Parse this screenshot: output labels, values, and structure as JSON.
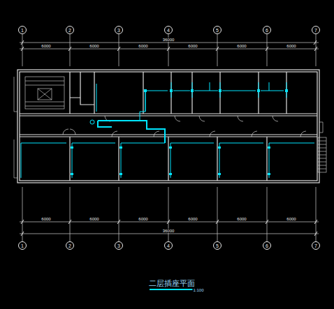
{
  "diagram": {
    "title": "二层插座平面",
    "nodes": [
      {
        "text": [
          "1"
        ]
      },
      {
        "text": [
          "2"
        ]
      },
      {
        "text": [
          "3"
        ]
      },
      {
        "text": [
          "4"
        ]
      },
      {
        "text": [
          "5"
        ]
      },
      {
        "text": [
          "6"
        ]
      },
      {
        "text": [
          "7"
        ]
      },
      {
        "text": [
          "1"
        ]
      },
      {
        "text": [
          "2"
        ]
      },
      {
        "text": [
          "3"
        ]
      },
      {
        "text": [
          "4"
        ]
      },
      {
        "text": [
          "5"
        ]
      },
      {
        "text": [
          "6"
        ]
      },
      {
        "text": [
          "7"
        ]
      }
    ],
    "labels": [
      "6000",
      "6000",
      "6000",
      "6000",
      "6000",
      "6000",
      "36000",
      "6000",
      "6000",
      "6000",
      "6000",
      "6000",
      "6000",
      "36000",
      "1:100"
    ]
  }
}
